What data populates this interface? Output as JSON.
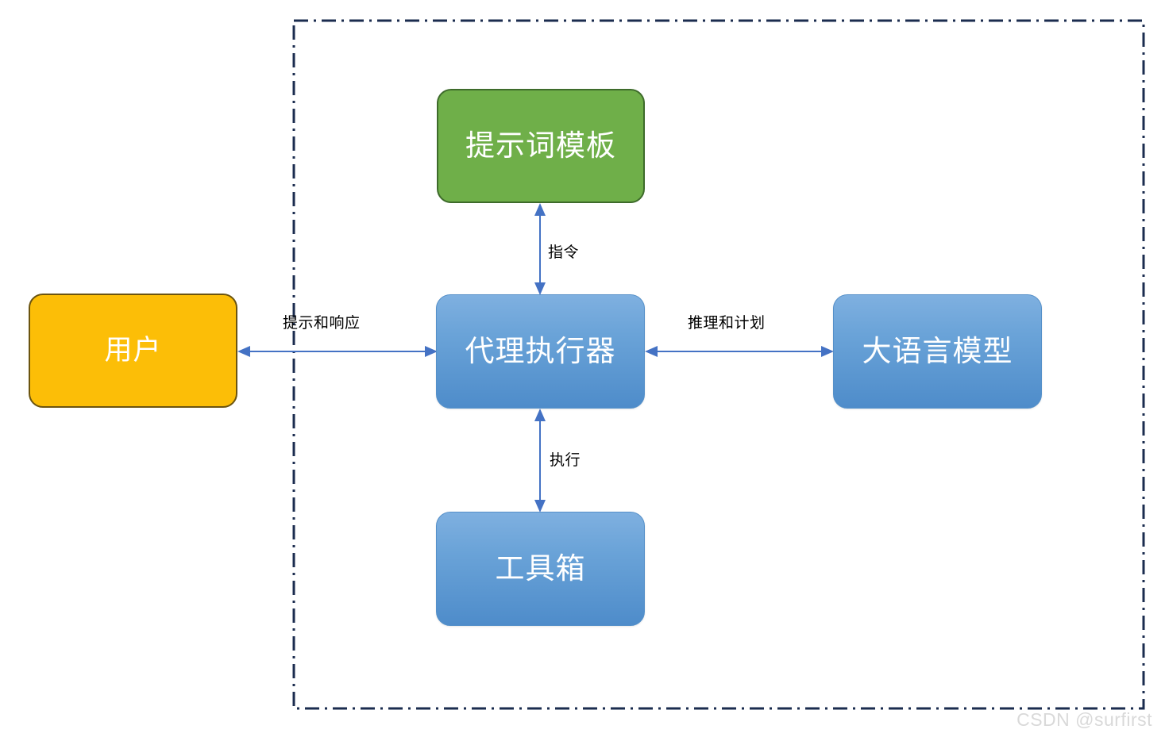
{
  "diagram": {
    "title": "Agent Executor architecture diagram",
    "boundary": {
      "name": "system-boundary",
      "style": "dash-dot",
      "color": "#1b2c4f"
    },
    "nodes": [
      {
        "id": "prompt-template",
        "label": "提示词模板",
        "color": "#6FAF49",
        "border": "#3E6B2B",
        "shape": "rounded-rect"
      },
      {
        "id": "user",
        "label": "用户",
        "color": "#FCBE07",
        "border": "#6B5410",
        "shape": "rounded-rect"
      },
      {
        "id": "agent-executor",
        "label": "代理执行器",
        "color": "#5590C9",
        "border": "#5590C9",
        "shape": "rounded-rect"
      },
      {
        "id": "llm",
        "label": "大语言模型",
        "color": "#5590C9",
        "border": "#5590C9",
        "shape": "rounded-rect"
      },
      {
        "id": "toolbox",
        "label": "工具箱",
        "color": "#5590C9",
        "border": "#5590C9",
        "shape": "rounded-rect"
      }
    ],
    "edges": [
      {
        "id": "user-agent",
        "label": "提示和响应",
        "from": "user",
        "to": "agent-executor",
        "arrow": "double",
        "orientation": "horizontal"
      },
      {
        "id": "agent-llm",
        "label": "推理和计划",
        "from": "agent-executor",
        "to": "llm",
        "arrow": "double",
        "orientation": "horizontal"
      },
      {
        "id": "prompt-agent",
        "label": "指令",
        "from": "prompt-template",
        "to": "agent-executor",
        "arrow": "double",
        "orientation": "vertical"
      },
      {
        "id": "agent-toolbox",
        "label": "执行",
        "from": "agent-executor",
        "to": "toolbox",
        "arrow": "double",
        "orientation": "vertical"
      }
    ],
    "arrow_color": "#4472C4",
    "watermark": "CSDN @surfirst"
  }
}
